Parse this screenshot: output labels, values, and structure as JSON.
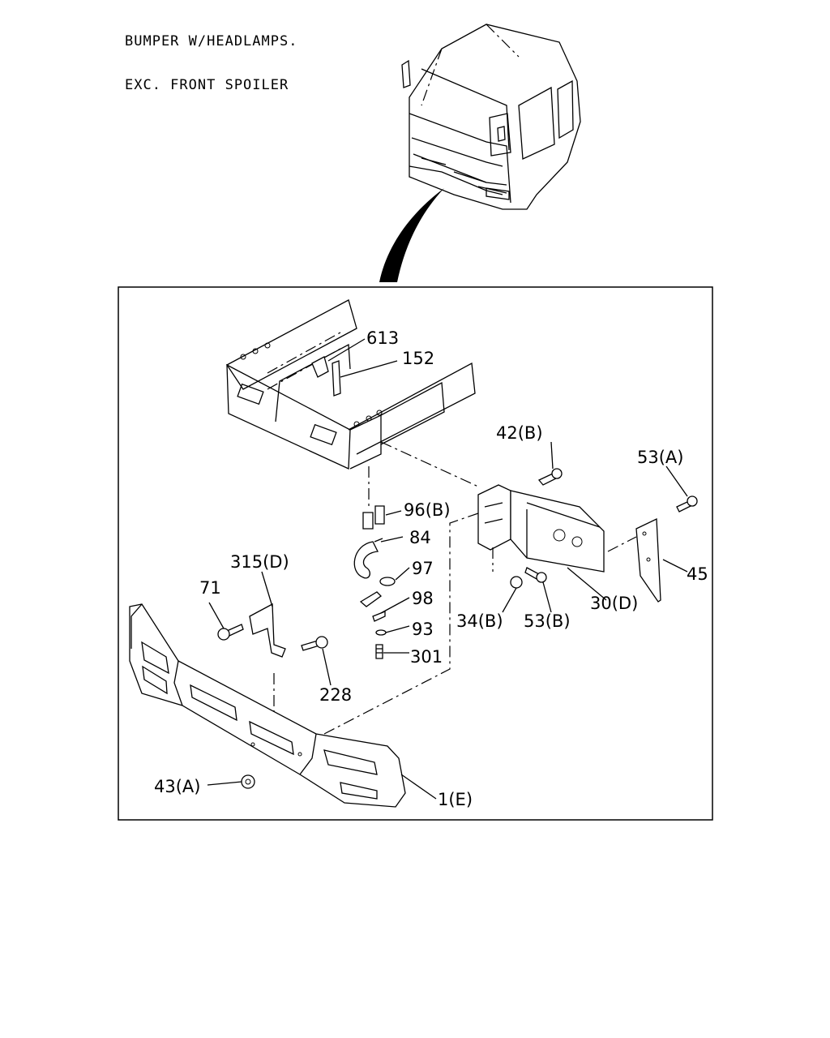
{
  "title": {
    "line1": "BUMPER W/HEADLAMPS.",
    "line2": "EXC. FRONT SPOILER"
  },
  "callouts": [
    {
      "id": "613",
      "label": "613"
    },
    {
      "id": "152",
      "label": "152"
    },
    {
      "id": "42b",
      "label": "42(B)"
    },
    {
      "id": "53a",
      "label": "53(A)"
    },
    {
      "id": "96b",
      "label": "96(B)"
    },
    {
      "id": "84",
      "label": "84"
    },
    {
      "id": "97",
      "label": "97"
    },
    {
      "id": "98",
      "label": "98"
    },
    {
      "id": "93",
      "label": "93"
    },
    {
      "id": "301",
      "label": "301"
    },
    {
      "id": "315d",
      "label": "315(D)"
    },
    {
      "id": "71",
      "label": "71"
    },
    {
      "id": "228",
      "label": "228"
    },
    {
      "id": "34b",
      "label": "34(B)"
    },
    {
      "id": "53b",
      "label": "53(B)"
    },
    {
      "id": "30d",
      "label": "30(D)"
    },
    {
      "id": "45",
      "label": "45"
    },
    {
      "id": "43a",
      "label": "43(A)"
    },
    {
      "id": "1e",
      "label": "1(E)"
    }
  ]
}
